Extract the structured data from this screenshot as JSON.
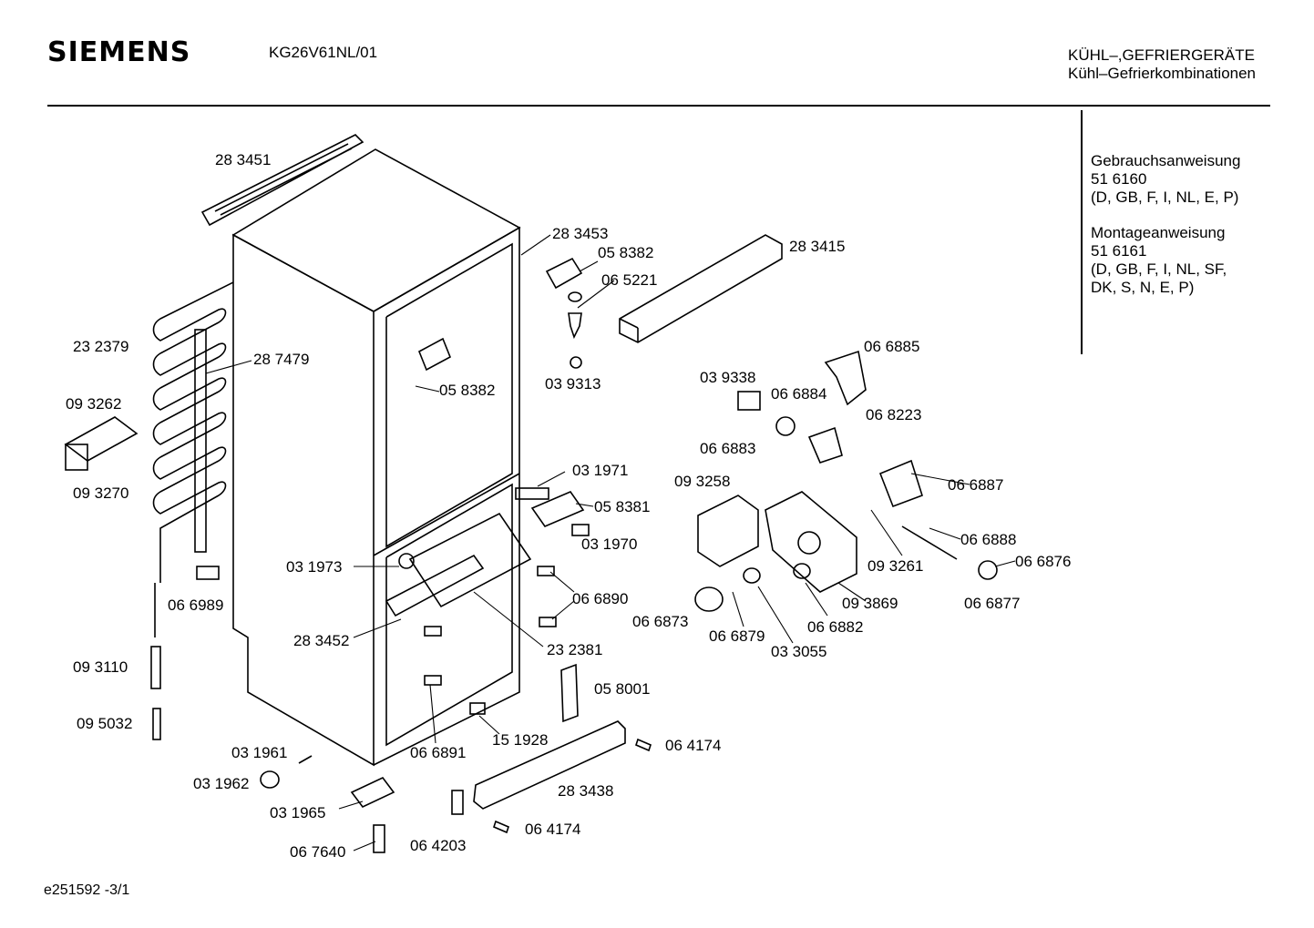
{
  "header": {
    "brand": "SIEMENS",
    "model": "KG26V61NL/01",
    "category_line1": "KÜHL–,GEFRIERGERÄTE",
    "category_line2": "Kühl–Gefrierkombinationen"
  },
  "docs": {
    "user_manual_title": "Gebrauchsanweisung",
    "user_manual_number": "51 6160",
    "user_manual_languages": "(D, GB, F, I, NL, E, P)",
    "install_manual_title": "Montageanweisung",
    "install_manual_number": "51 6161",
    "install_manual_languages_1": "(D, GB, F, I, NL, SF,",
    "install_manual_languages_2": "DK, S, N, E, P)"
  },
  "footer": {
    "code": "e251592   -3/1"
  },
  "part_labels": [
    "28 3451",
    "28 3453",
    "05 8382",
    "06 5221",
    "28 3415",
    "23 2379",
    "28 7479",
    "05 8382",
    "03 9313",
    "06 6885",
    "03 9338",
    "06 6884",
    "09 3262",
    "06 8223",
    "09 3270",
    "06 6883",
    "03 1971",
    "09 3258",
    "06 6887",
    "05 8381",
    "03 1970",
    "06 6888",
    "06 6876",
    "03 1973",
    "09 3261",
    "06 6890",
    "06 6989",
    "09 3869",
    "06 6877",
    "06 6873",
    "06 6882",
    "06 6879",
    "28 3452",
    "23 2381",
    "03 3055",
    "09 3110",
    "05 8001",
    "09 5032",
    "06 4174",
    "15 1928",
    "03 1961",
    "06 6891",
    "03 1962",
    "28 3438",
    "03 1965",
    "06 4174",
    "06 4203",
    "06 7640"
  ]
}
